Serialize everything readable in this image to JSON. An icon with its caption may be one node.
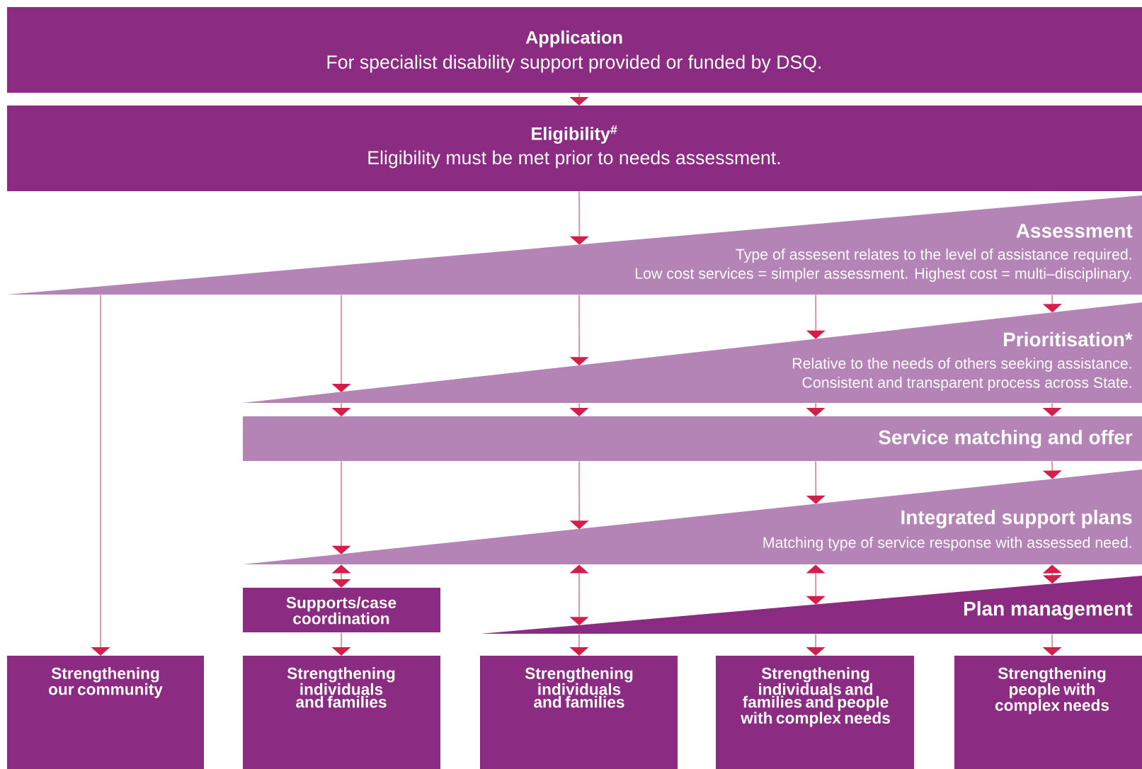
{
  "diagram": {
    "nodes": [
      {
        "text": [
          "Application",
          "For specialist disability support provided or funded by DSQ."
        ]
      },
      {
        "text": [
          "Eligibility$^{#}$",
          "Eligibility must be met prior to needs assessment."
        ]
      },
      {
        "text": [
          "Assessment",
          "Type of assesent relates to the level of assistance required.",
          "Low cost services = simpler assessment. Highest cost = multi–disciplinary."
        ]
      },
      {
        "text": [
          "Prioritisation*",
          "Relative to the needs of others seeking assistance.",
          "Consistent and transparent process across State."
        ]
      },
      {
        "text": [
          "Service matching and offer"
        ]
      },
      {
        "text": [
          "Integrated support plans",
          "Matching type of service response with assessed need."
        ]
      },
      {
        "text": [
          "Supports/case coordination"
        ]
      },
      {
        "text": [
          "Plan management"
        ]
      },
      {
        "text": [
          "Strengthening our community"
        ]
      },
      {
        "text": [
          "Strengthening individuals and families"
        ]
      },
      {
        "text": [
          "Strengthening individuals and families"
        ]
      },
      {
        "text": [
          "Strengthening individuals and families and people with complex needs"
        ]
      },
      {
        "text": [
          "Strengthening people with complex needs"
        ]
      }
    ],
    "edges": [
      {
        "from": 0,
        "to": 1,
        "arrow": "to"
      },
      {
        "from": 1,
        "to": 2,
        "arrow": "to"
      },
      {
        "from": 2,
        "to": 8,
        "arrow": "to"
      },
      {
        "from": 2,
        "to": 3,
        "arrow": "to"
      },
      {
        "from": 2,
        "to": 3,
        "arrow": "to"
      },
      {
        "from": 2,
        "to": 3,
        "arrow": "to"
      },
      {
        "from": 2,
        "to": 3,
        "arrow": "to"
      },
      {
        "from": 3,
        "to": 4,
        "arrow": "to"
      },
      {
        "from": 3,
        "to": 4,
        "arrow": "to"
      },
      {
        "from": 3,
        "to": 4,
        "arrow": "to"
      },
      {
        "from": 3,
        "to": 4,
        "arrow": "to"
      },
      {
        "from": 4,
        "to": 5,
        "arrow": "to"
      },
      {
        "from": 4,
        "to": 5,
        "arrow": "to"
      },
      {
        "from": 4,
        "to": 5,
        "arrow": "to"
      },
      {
        "from": 4,
        "to": 5,
        "arrow": "to"
      },
      {
        "from": 5,
        "to": 6,
        "arrow": "both"
      },
      {
        "from": 6,
        "to": 9,
        "arrow": "to"
      },
      {
        "from": 5,
        "to": 7,
        "arrow": "both"
      },
      {
        "from": 5,
        "to": 7,
        "arrow": "both"
      },
      {
        "from": 5,
        "to": 7,
        "arrow": "both"
      },
      {
        "from": 7,
        "to": 10,
        "arrow": "to"
      },
      {
        "from": 7,
        "to": 11,
        "arrow": "to"
      },
      {
        "from": 7,
        "to": 12,
        "arrow": "to"
      }
    ]
  }
}
